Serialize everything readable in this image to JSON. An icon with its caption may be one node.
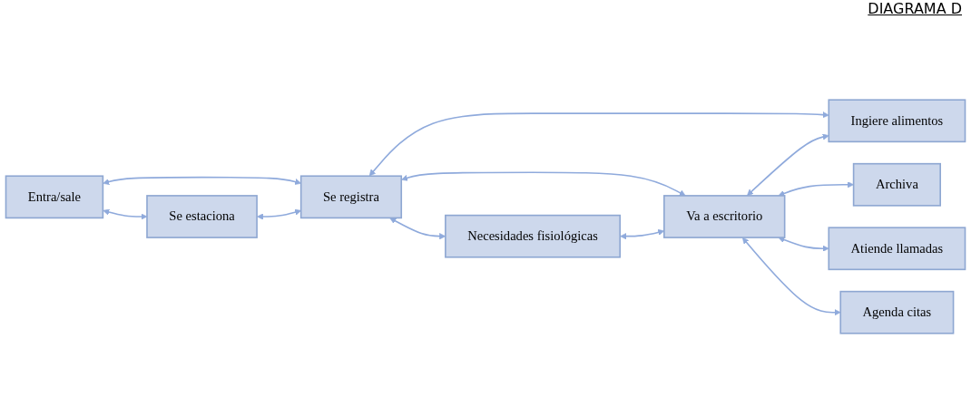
{
  "diagram": {
    "title": "DIAGRAMA D",
    "nodes": [
      {
        "text": [
          "Entra/sale"
        ]
      },
      {
        "text": [
          "Se estaciona"
        ]
      },
      {
        "text": [
          "Se registra"
        ]
      },
      {
        "text": [
          "Necesidades fisiológicas"
        ]
      },
      {
        "text": [
          "Va a escritorio"
        ]
      },
      {
        "text": [
          "Ingiere alimentos"
        ]
      },
      {
        "text": [
          "Archiva"
        ]
      },
      {
        "text": [
          "Atiende llamadas"
        ]
      },
      {
        "text": [
          "Agenda citas"
        ]
      }
    ],
    "edges": [
      {
        "from": 0,
        "to": 1,
        "arrow": "both"
      },
      {
        "from": 0,
        "to": 2,
        "arrow": "both"
      },
      {
        "from": 1,
        "to": 2,
        "arrow": "both"
      },
      {
        "from": 2,
        "to": 3,
        "arrow": "both"
      },
      {
        "from": 2,
        "to": 4,
        "arrow": "both"
      },
      {
        "from": 2,
        "to": 5,
        "arrow": "both"
      },
      {
        "from": 3,
        "to": 4,
        "arrow": "both"
      },
      {
        "from": 4,
        "to": 5,
        "arrow": "both"
      },
      {
        "from": 4,
        "to": 6,
        "arrow": "both"
      },
      {
        "from": 4,
        "to": 7,
        "arrow": "both"
      },
      {
        "from": 4,
        "to": 8,
        "arrow": "both"
      }
    ]
  }
}
